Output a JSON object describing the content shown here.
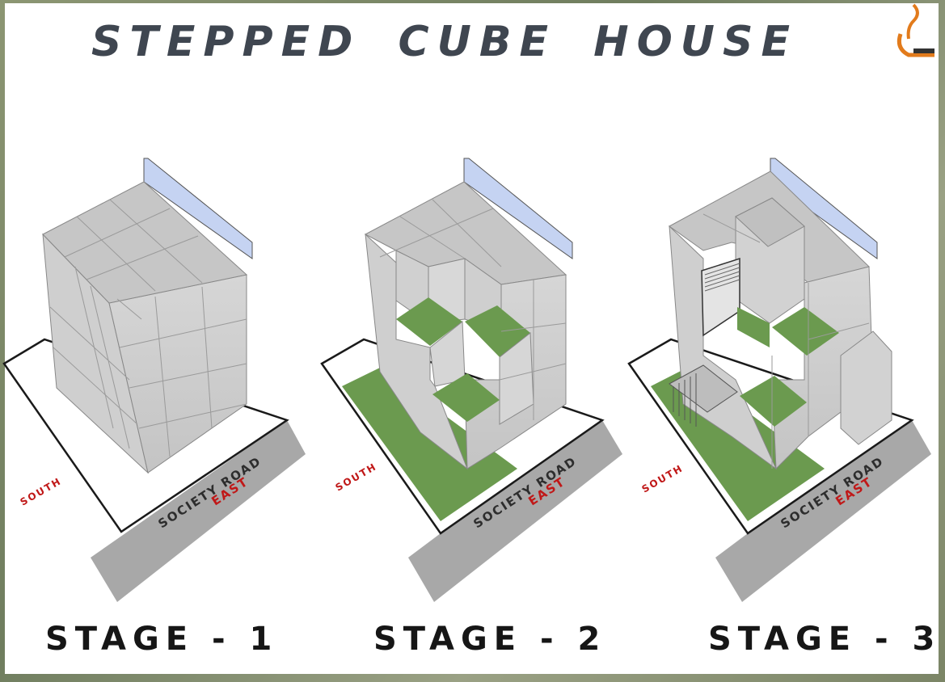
{
  "title": "STEPPED CUBE HOUSE",
  "colors": {
    "cube_face": "#c8c8c8",
    "cube_top": "#bdbdbd",
    "cube_side": "#d8d8d8",
    "grass": "#6b9a4f",
    "road": "#a8a8a8",
    "boundary_wall": "#c5d3f2",
    "south_east_label": "#c01818"
  },
  "stages": [
    {
      "label": "STAGE - 1",
      "south_label": "SOUTH",
      "road_label": "SOCIETY ROAD",
      "east_label": "EAST"
    },
    {
      "label": "STAGE - 2",
      "south_label": "SOUTH",
      "road_label": "SOCIETY ROAD",
      "east_label": "EAST"
    },
    {
      "label": "STAGE - 3",
      "south_label": "SOUTH",
      "road_label": "SOCIETY ROAD",
      "east_label": "EAST"
    }
  ],
  "logo_icon": "architect-logo-icon"
}
